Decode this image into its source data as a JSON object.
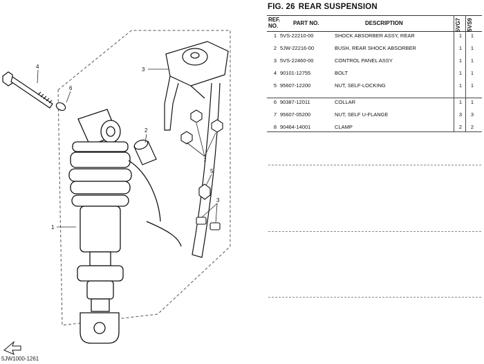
{
  "figure": {
    "label": "FIG. 26",
    "title": "REAR SUSPENSION"
  },
  "columns": {
    "ref": "REF.\nNO.",
    "part": "PART NO.",
    "description": "DESCRIPTION",
    "model1": "5VG7",
    "model2": "5VS9"
  },
  "rows": [
    {
      "ref": "1",
      "part": "5VS-22210-00",
      "desc": "SHOCK ABSORBER ASSY, REAR",
      "q1": "1",
      "q2": "1"
    },
    {
      "ref": "2",
      "part": "5JW-22216-00",
      "desc": "BUSH, REAR SHOCK ABSORBER",
      "q1": "1",
      "q2": "1"
    },
    {
      "ref": "3",
      "part": "5VS-22460-00",
      "desc": "CONTROL PANEL ASSY",
      "q1": "1",
      "q2": "1"
    },
    {
      "ref": "4",
      "part": "90101-12755",
      "desc": "BOLT",
      "q1": "1",
      "q2": "1"
    },
    {
      "ref": "5",
      "part": "95607-12200",
      "desc": "NUT, SELF-LOCKING",
      "q1": "1",
      "q2": "1"
    },
    {
      "ref": "6",
      "part": "90387-12011",
      "desc": "COLLAR",
      "q1": "1",
      "q2": "1"
    },
    {
      "ref": "7",
      "part": "95607-05200",
      "desc": "NUT, SELF U-FLANGE",
      "q1": "3",
      "q2": "3"
    },
    {
      "ref": "8",
      "part": "90464-14001",
      "desc": "CLAMP",
      "q1": "2",
      "q2": "2"
    }
  ],
  "diagram": {
    "code": "5JW1000-1261",
    "callouts": [
      "1",
      "2",
      "3",
      "4",
      "6",
      "7",
      "5",
      "3"
    ]
  }
}
